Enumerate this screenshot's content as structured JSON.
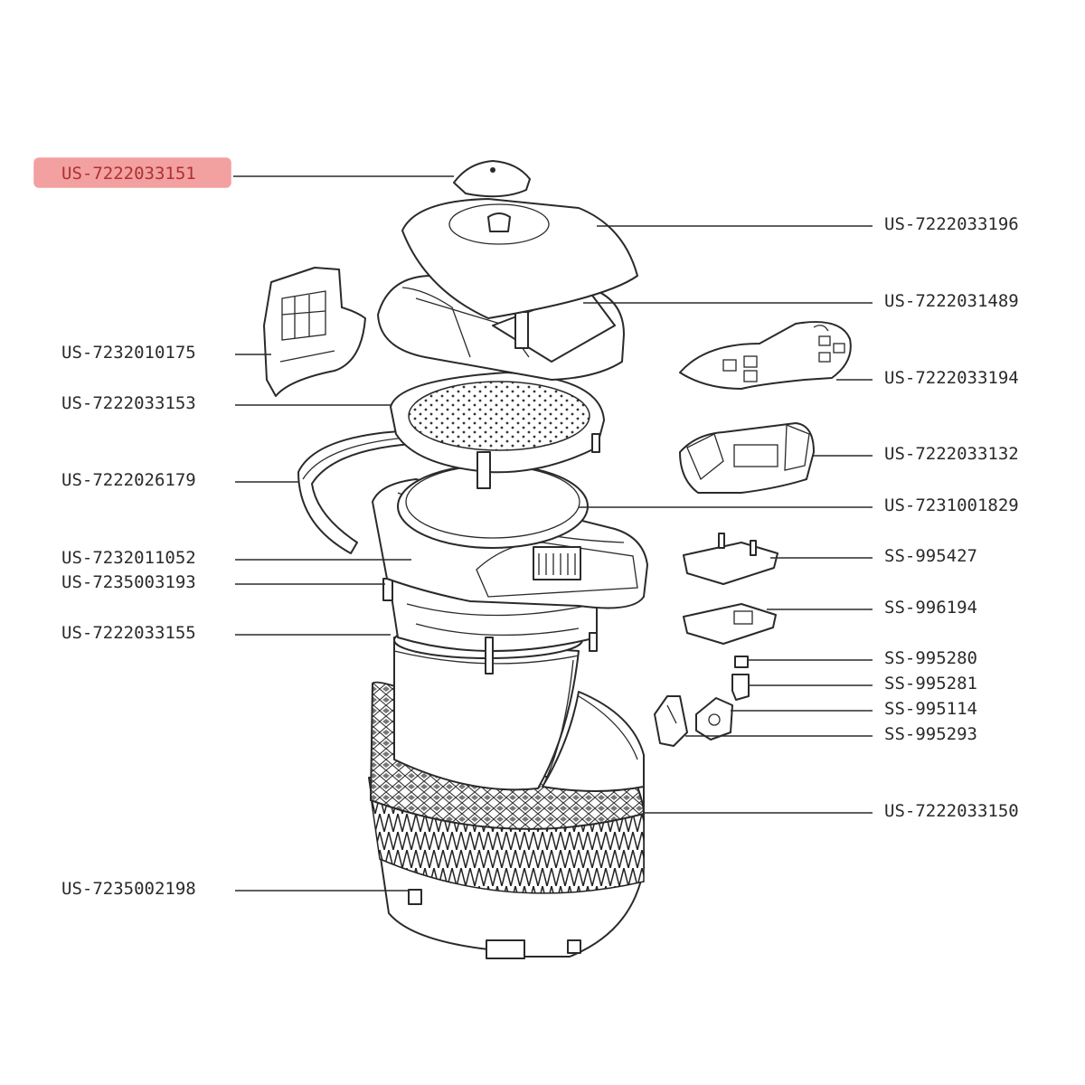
{
  "highlight_color": "#f2a0a0",
  "callouts": {
    "c01": "US-7222033151",
    "c02": "US-7222033196",
    "c03": "US-7222031489",
    "c04": "US-7232010175",
    "c05": "US-7222033194",
    "c06": "US-7222033153",
    "c07": "US-7222033132",
    "c08": "US-7222026179",
    "c09": "US-7231001829",
    "c10": "US-7232011052",
    "c11": "SS-995427",
    "c12": "US-7235003193",
    "c13": "SS-996194",
    "c14": "US-7222033155",
    "c15": "SS-995280",
    "c16": "SS-995281",
    "c17": "SS-995114",
    "c18": "SS-995293",
    "c19": "US-7222033150",
    "c20": "US-7235002198"
  }
}
